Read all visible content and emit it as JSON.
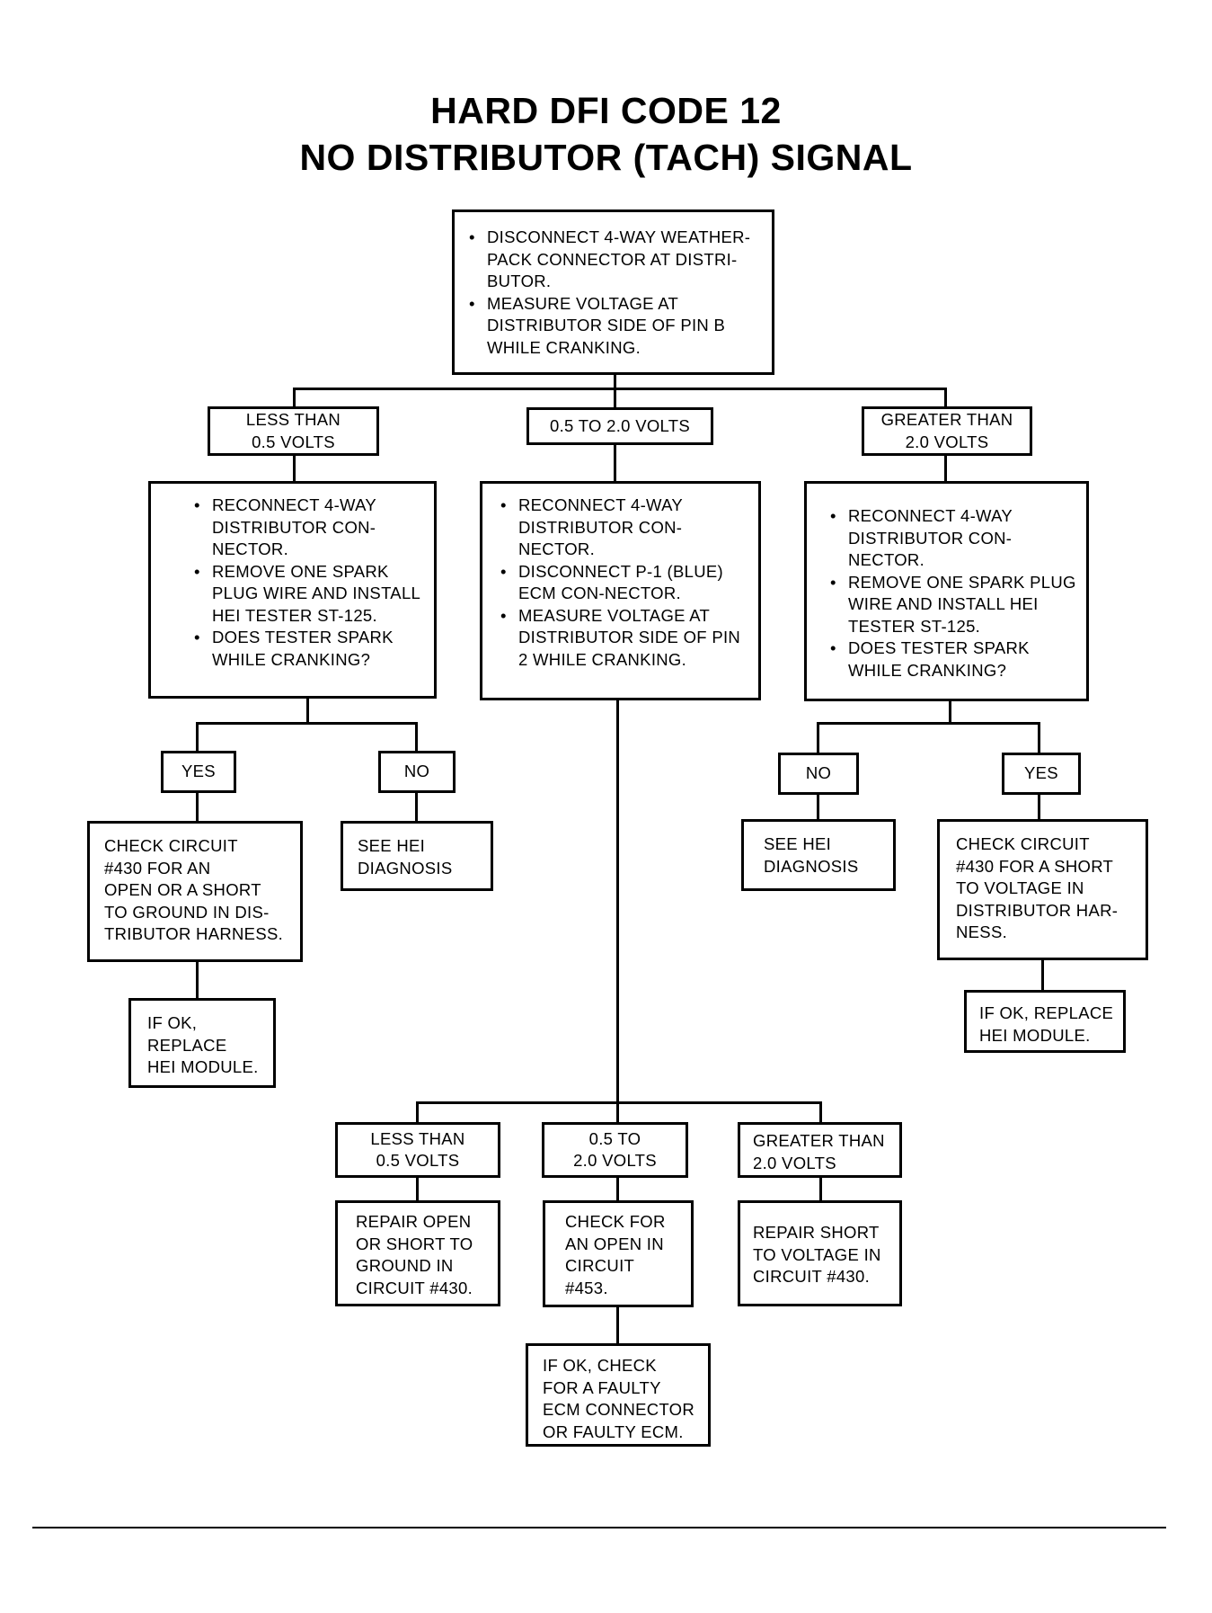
{
  "title": {
    "line1": "HARD DFI CODE 12",
    "line2": "NO DISTRIBUTOR (TACH) SIGNAL"
  },
  "nodes": {
    "start": [
      "DISCONNECT 4-WAY WEATHER-PACK CONNECTOR AT DISTRI-BUTOR.",
      "MEASURE VOLTAGE AT DISTRIBUTOR SIDE OF PIN B WHILE CRANKING."
    ],
    "branch_low": "LESS THAN\n0.5 VOLTS",
    "branch_mid": "0.5 TO 2.0 VOLTS",
    "branch_high": "GREATER THAN\n2.0 VOLTS",
    "step_low": [
      "RECONNECT 4-WAY DISTRIBUTOR CON-NECTOR.",
      "REMOVE ONE SPARK PLUG WIRE AND INSTALL HEI TESTER ST-125.",
      "DOES TESTER SPARK WHILE CRANKING?"
    ],
    "step_mid": [
      "RECONNECT 4-WAY DISTRIBUTOR CON-NECTOR.",
      "DISCONNECT P-1 (BLUE) ECM CON-NECTOR.",
      "MEASURE VOLTAGE AT DISTRIBUTOR SIDE OF PIN 2 WHILE CRANKING."
    ],
    "step_high": [
      "RECONNECT 4-WAY DISTRIBUTOR CON-NECTOR.",
      "REMOVE ONE SPARK PLUG WIRE AND INSTALL HEI TESTER ST-125.",
      "DOES TESTER SPARK WHILE CRANKING?"
    ],
    "low_yes": "YES",
    "low_no": "NO",
    "high_no": "NO",
    "high_yes": "YES",
    "low_yes_action": "CHECK CIRCUIT\n#430 FOR AN\nOPEN OR A SHORT\nTO GROUND IN DIS-\nTRIBUTOR HARNESS.",
    "low_no_action": "SEE HEI\nDIAGNOSIS",
    "high_no_action": "SEE HEI\nDIAGNOSIS",
    "high_yes_action": "CHECK CIRCUIT\n#430 FOR A SHORT\nTO VOLTAGE IN\nDISTRIBUTOR HAR-\nNESS.",
    "low_yes_final": "IF OK,\nREPLACE\nHEI MODULE.",
    "high_yes_final": "IF OK, REPLACE\nHEI MODULE.",
    "mid_low": "LESS THAN\n0.5 VOLTS",
    "mid_mid": "0.5 TO\n2.0 VOLTS",
    "mid_high": "GREATER THAN\n2.0 VOLTS",
    "mid_low_action": "REPAIR OPEN\nOR SHORT TO\nGROUND IN\nCIRCUIT #430.",
    "mid_mid_action": "CHECK FOR\nAN OPEN IN\nCIRCUIT\n#453.",
    "mid_high_action": "REPAIR SHORT\nTO VOLTAGE IN\nCIRCUIT #430.",
    "mid_mid_final": "IF OK, CHECK\nFOR A FAULTY\nECM CONNECTOR\nOR FAULTY ECM."
  }
}
